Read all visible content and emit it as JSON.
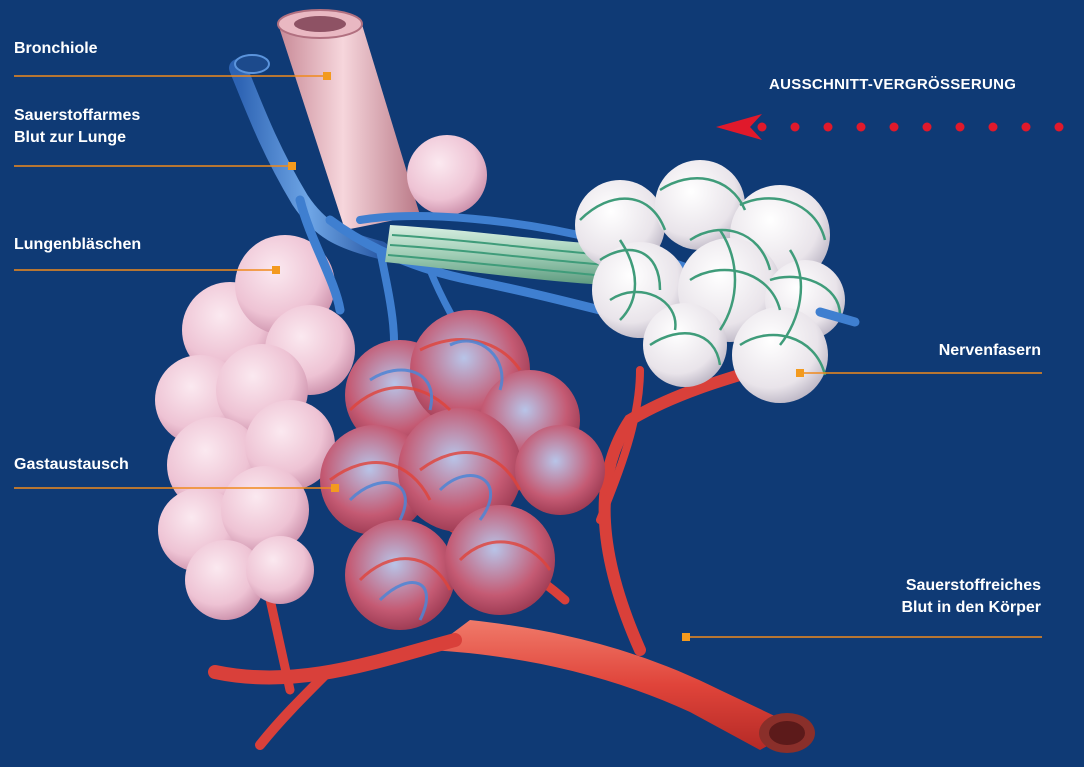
{
  "labels": {
    "bronchiole": "Bronchiole",
    "deoxy_line1": "Sauerstoffarmes",
    "deoxy_line2": "Blut zur Lunge",
    "alveoli": "Lungenbläschen",
    "gas_exchange": "Gastaustausch",
    "nerve_fibers": "Nervenfasern",
    "oxy_line1": "Sauerstoffreiches",
    "oxy_line2": "Blut in den Körper"
  },
  "zoom_title": "AUSSCHNITT-VERGRÖSSERUNG",
  "colors": {
    "background": "#0f3a75",
    "leader_line": "#f08a1c",
    "marker": "#f39a1e",
    "arrow": "#e0192b",
    "vein_blue": "#3f7fd0",
    "artery_red": "#e0443a",
    "alveolus_pink": "#f3cfdc",
    "nerve_green": "#3f9c7a"
  }
}
